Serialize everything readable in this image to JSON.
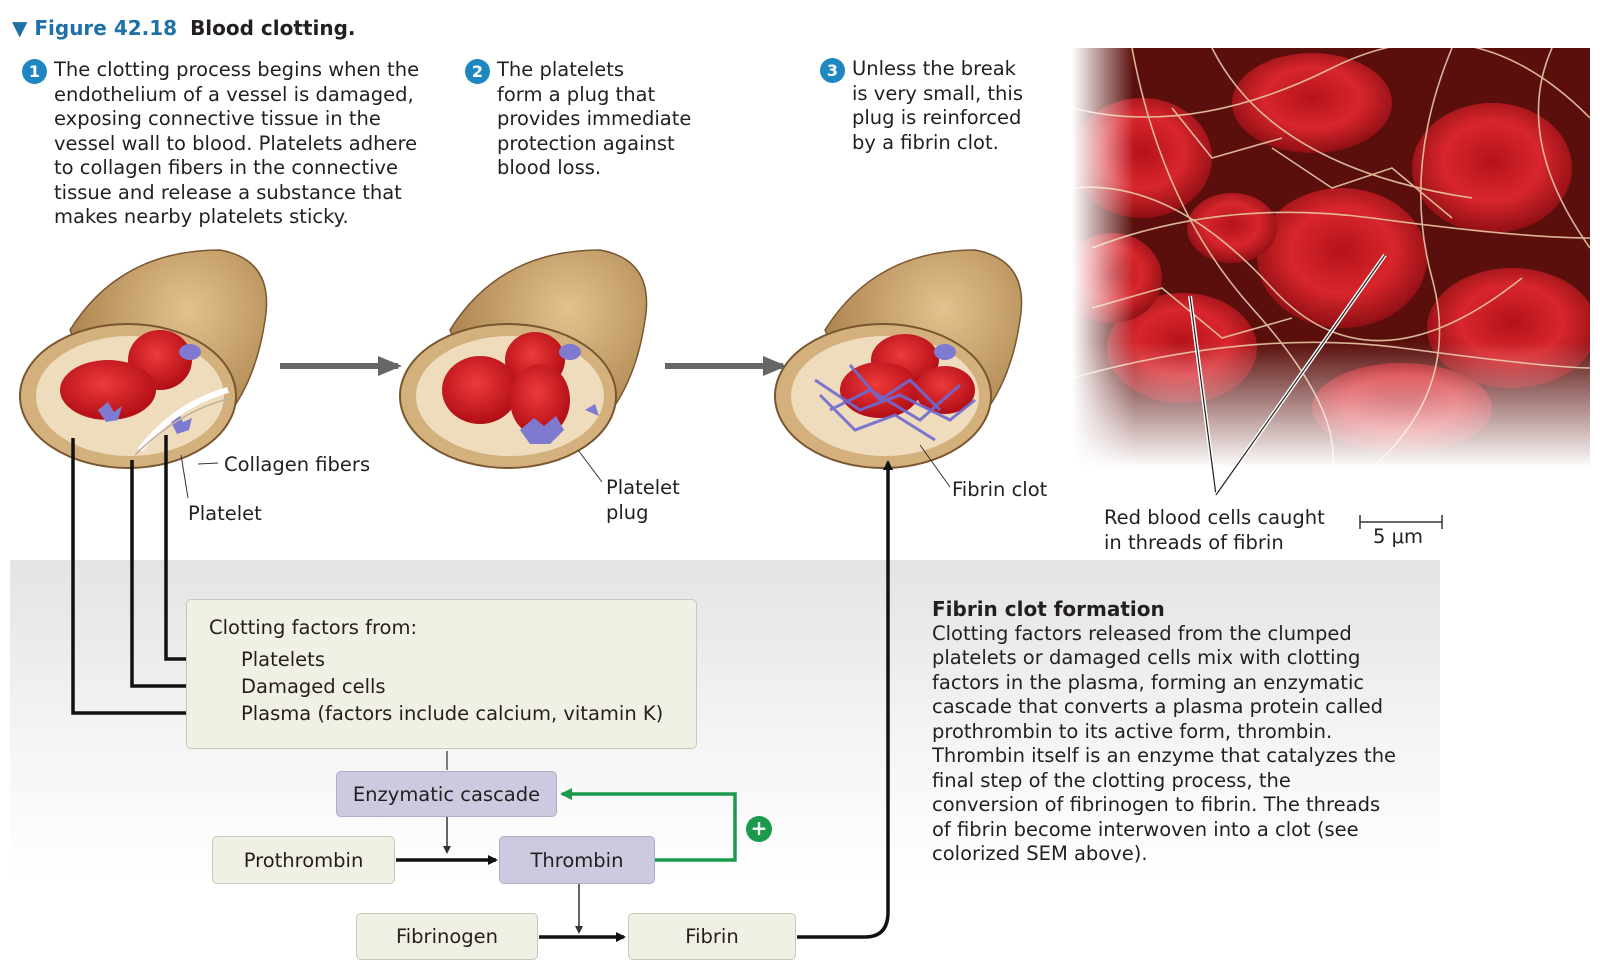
{
  "figure": {
    "label": "Figure 42.18",
    "title": "Blood clotting."
  },
  "steps": [
    {
      "num": "1",
      "text": "The clotting process begins when the\nendothelium of a vessel is damaged,\nexposing connective tissue in the\nvessel wall to blood. Platelets adhere\nto collagen fibers in the connective\ntissue and release a substance that\nmakes nearby platelets sticky."
    },
    {
      "num": "2",
      "text": "The platelets\nform a plug that\nprovides immediate\nprotection against\nblood loss."
    },
    {
      "num": "3",
      "text": "Unless the break\nis very small, this\nplug is reinforced\nby a fibrin clot."
    }
  ],
  "labels": {
    "collagen": "Collagen fibers",
    "platelet": "Platelet",
    "plug": "Platelet\nplug",
    "fibrin_clot": "Fibrin clot",
    "rbc": "Red blood cells caught\nin threads of fibrin",
    "scale": "5 μm"
  },
  "clotting_factors": {
    "heading": "Clotting factors from:",
    "items": [
      "Platelets",
      "Damaged cells",
      "Plasma (factors include calcium, vitamin K)"
    ]
  },
  "cascade": {
    "enzymatic": "Enzymatic cascade",
    "prothrombin": "Prothrombin",
    "thrombin": "Thrombin",
    "fibrinogen": "Fibrinogen",
    "fibrin": "Fibrin",
    "plus": "+"
  },
  "fibrin_formation": {
    "heading": "Fibrin clot formation",
    "body": "Clotting factors released from the clumped platelets or damaged cells mix with clotting factors in the plasma, forming an enzymatic cascade that converts a plasma protein called prothrombin to its active form, thrombin. Thrombin itself is an enzyme that catalyzes the final step of the clotting process, the conversion of fibrinogen to fibrin. The threads of fibrin become interwoven into a clot (see colorized SEM above)."
  },
  "colors": {
    "step_number": "#1e86c1",
    "title_blue": "#1f6fa8",
    "feedback_green": "#1a9a4a",
    "rbc": "#d81f26",
    "platelet": "#7d7ad0",
    "vessel": "#c9a272"
  }
}
